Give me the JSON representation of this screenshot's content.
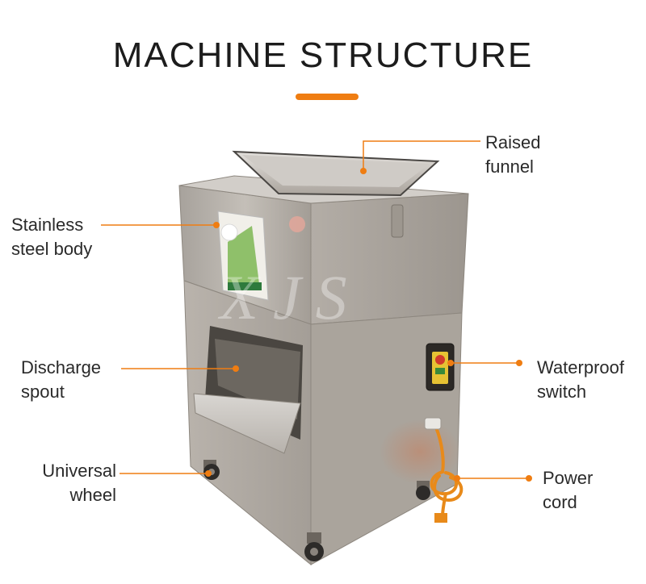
{
  "title": "MACHINE STRUCTURE",
  "accent_color": "#ef7d12",
  "watermark": "XJS",
  "labels": {
    "raised_funnel": {
      "line1": "Raised",
      "line2": "funnel"
    },
    "stainless_body": {
      "line1": "Stainless",
      "line2": "steel body"
    },
    "discharge_spout": {
      "line1": "Discharge",
      "line2": "spout"
    },
    "waterproof_switch": {
      "line1": "Waterproof",
      "line2": "switch"
    },
    "universal_wheel": {
      "line1": "Universal",
      "line2": "wheel"
    },
    "power_cord": {
      "line1": "Power",
      "line2": "cord"
    }
  }
}
